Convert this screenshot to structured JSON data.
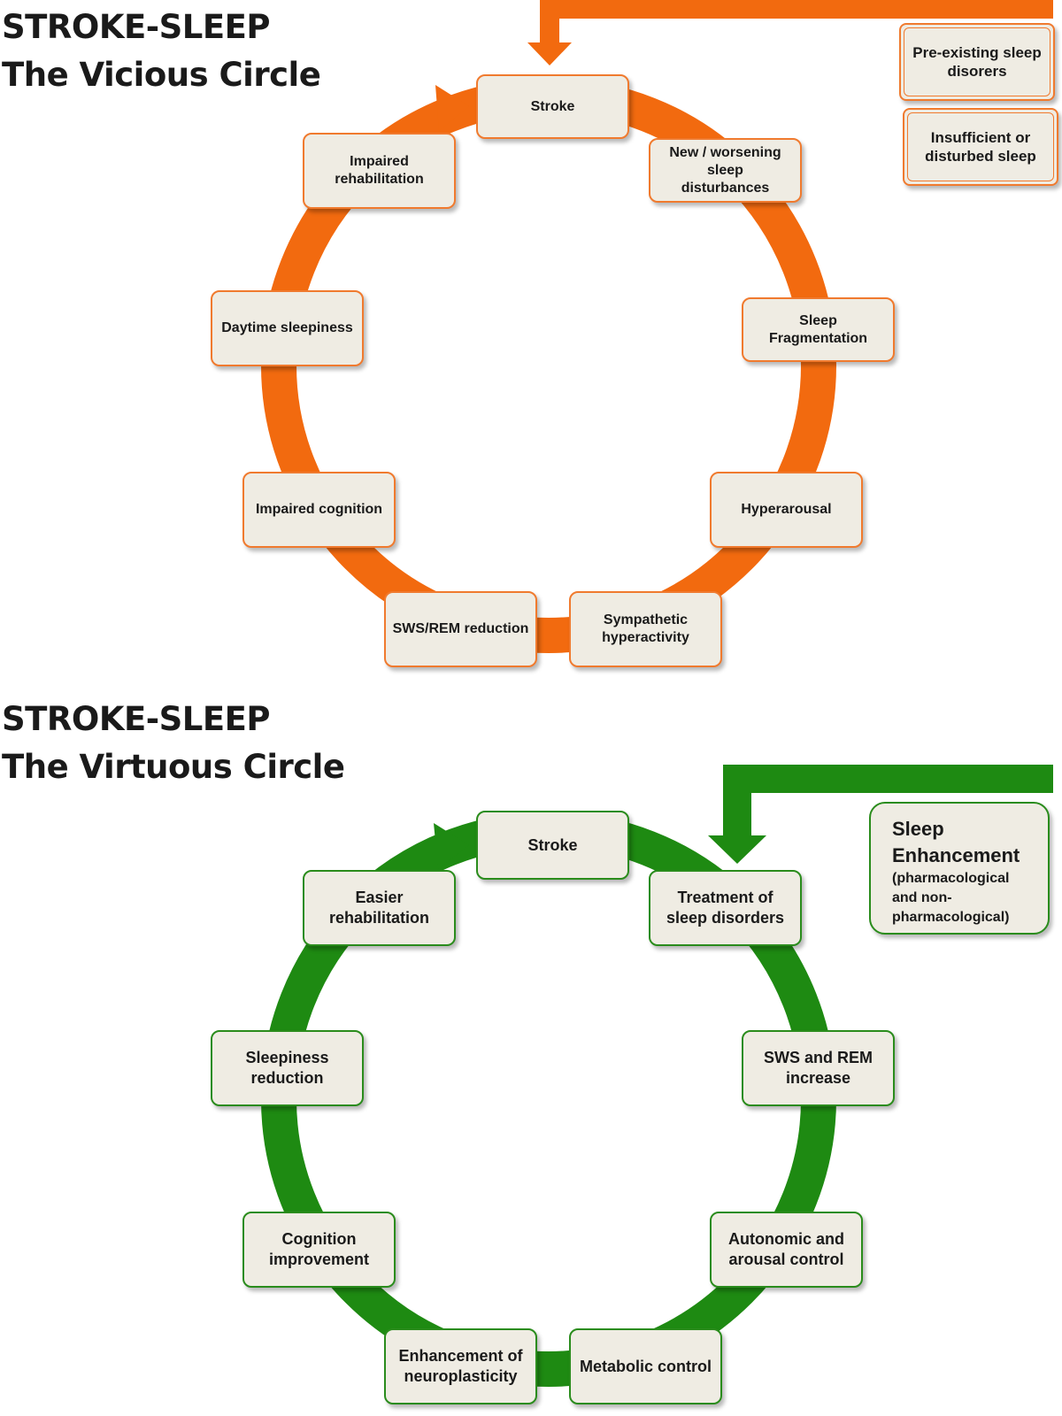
{
  "vicious": {
    "title_line1": "STROKE-SLEEP",
    "title_line2": "The Vicious Circle",
    "color": "#f26a0f",
    "nodes": [
      "Stroke",
      "New / worsening sleep disturbances",
      "Sleep Fragmentation",
      "Hyperarousal",
      "Sympathetic hyperactivity",
      "SWS/REM reduction",
      "Impaired cognition",
      "Daytime sleepiness",
      "Impaired rehabilitation"
    ],
    "inputs": [
      "Pre-existing sleep disorers",
      "Insufficient or disturbed sleep"
    ]
  },
  "virtuous": {
    "title_line1": "STROKE-SLEEP",
    "title_line2": "The Virtuous Circle",
    "color": "#1e8a12",
    "nodes": [
      "Stroke",
      "Treatment of sleep disorders",
      "SWS and REM increase",
      "Autonomic and arousal control",
      "Metabolic control",
      "Enhancement of neuroplasticity",
      "Cognition improvement",
      "Sleepiness reduction",
      "Easier rehabilitation"
    ],
    "input_title_line1": "Sleep",
    "input_title_line2": "Enhancement",
    "input_note_line1": "(pharmacological",
    "input_note_line2": "and non-",
    "input_note_line3": "pharmacological)"
  }
}
